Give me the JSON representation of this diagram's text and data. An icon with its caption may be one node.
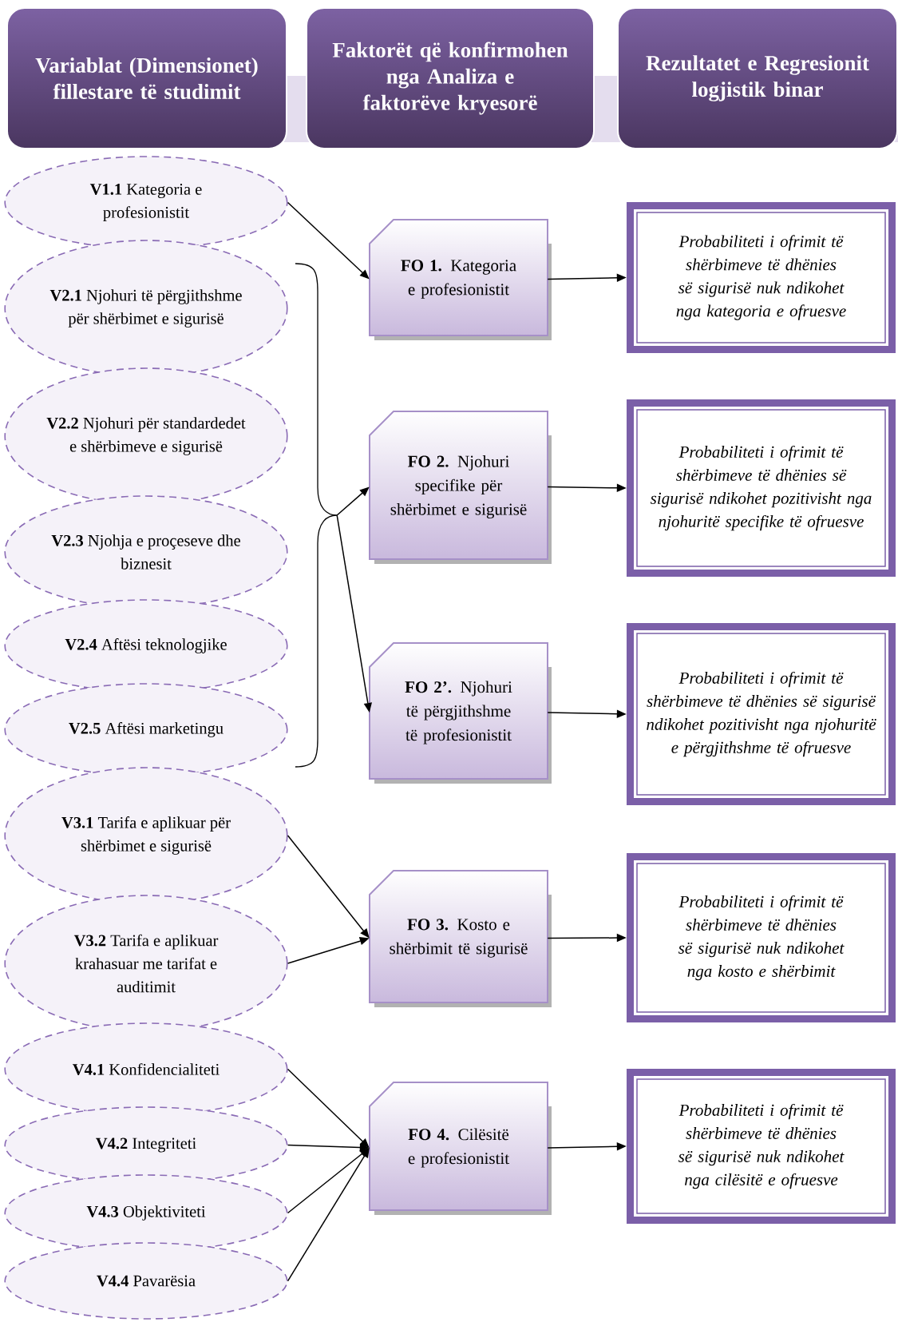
{
  "diagram": {
    "nodes": [
      {
        "text": [
          "Variablat (Dimensionet) fillestare të studimit"
        ]
      },
      {
        "text": [
          "Faktorët që konfirmohen nga Analiza e faktorëve kryesorë"
        ]
      },
      {
        "text": [
          "Rezultatet e Regresionit logjistik binar"
        ]
      },
      {
        "text": [
          "**V1.1** Kategoria e profesionistit"
        ]
      },
      {
        "text": [
          "**V2.1** Njohuri të përgjithshme për shërbimet e sigurisë"
        ]
      },
      {
        "text": [
          "**V2.2** Njohuri për standardedet e shërbimeve e sigurisë"
        ]
      },
      {
        "text": [
          "**V2.3** Njohja e proçeseve dhe biznesit"
        ]
      },
      {
        "text": [
          "**V2.4** Aftësi teknologjike"
        ]
      },
      {
        "text": [
          "**V2.5** Aftësi marketingu"
        ]
      },
      {
        "text": [
          "**V3.1** Tarifa e aplikuar për shërbimet e sigurisë"
        ]
      },
      {
        "text": [
          "**V3.2** Tarifa e aplikuar krahasuar me tarifat e auditimit"
        ]
      },
      {
        "text": [
          "**V4.1** Konfidencialiteti"
        ]
      },
      {
        "text": [
          "**V4.2** Integriteti"
        ]
      },
      {
        "text": [
          "**V4.3** Objektiviteti"
        ]
      },
      {
        "text": [
          "**V4.4** Pavarësia"
        ]
      },
      {
        "text": [],
        "shape": "brace"
      },
      {
        "text": [
          "**FO 1.** Kategoria e profesionistit"
        ]
      },
      {
        "text": [
          "Probabiliteti i ofrimit të shërbimeve të dhënies së sigurisë nuk ndikohet nga kategoria e ofruesve"
        ]
      },
      {
        "text": [
          "**FO 2.** Njohuri specifike për shërbimet e sigurisë"
        ]
      },
      {
        "text": [
          "Probabiliteti i ofrimit të shërbimeve të dhënies së sigurisë ndikohet pozitivisht nga njohuritë specifike të ofruesve"
        ]
      },
      {
        "text": [
          "**FO 2’.** Njohuri të përgjithshme të profesionistit"
        ]
      },
      {
        "text": [
          "Probabiliteti i ofrimit të shërbimeve të dhënies së sigurisë ndikohet pozitivisht nga njohuritë e përgjithshme të ofruesve"
        ]
      },
      {
        "text": [
          "**FO 3.** Kosto e shërbimit të sigurisë"
        ]
      },
      {
        "text": [
          "Probabiliteti i ofrimit të shërbimeve të dhënies së sigurisë nuk ndikohet nga kosto e shërbimit"
        ]
      },
      {
        "text": [
          "**FO 4.** Cilësitë e profesionistit"
        ]
      },
      {
        "text": [
          "Probabiliteti i ofrimit të shërbimeve të dhënies së sigurisë nuk ndikohet nga cilësitë e ofruesve"
        ]
      }
    ],
    "edges": [
      {
        "from": 3,
        "to": 16,
        "arrow": "to"
      },
      {
        "from": 15,
        "to": 18,
        "arrow": "to"
      },
      {
        "from": 15,
        "to": 20,
        "arrow": "to"
      },
      {
        "from": 9,
        "to": 22,
        "arrow": "to"
      },
      {
        "from": 10,
        "to": 22,
        "arrow": "to"
      },
      {
        "from": 11,
        "to": 24,
        "arrow": "to"
      },
      {
        "from": 12,
        "to": 24,
        "arrow": "to"
      },
      {
        "from": 13,
        "to": 24,
        "arrow": "to"
      },
      {
        "from": 14,
        "to": 24,
        "arrow": "to"
      },
      {
        "from": 16,
        "to": 17,
        "arrow": "to"
      },
      {
        "from": 18,
        "to": 19,
        "arrow": "to"
      },
      {
        "from": 20,
        "to": 21,
        "arrow": "to"
      },
      {
        "from": 22,
        "to": 23,
        "arrow": "to"
      },
      {
        "from": 24,
        "to": 25,
        "arrow": "to"
      }
    ]
  }
}
